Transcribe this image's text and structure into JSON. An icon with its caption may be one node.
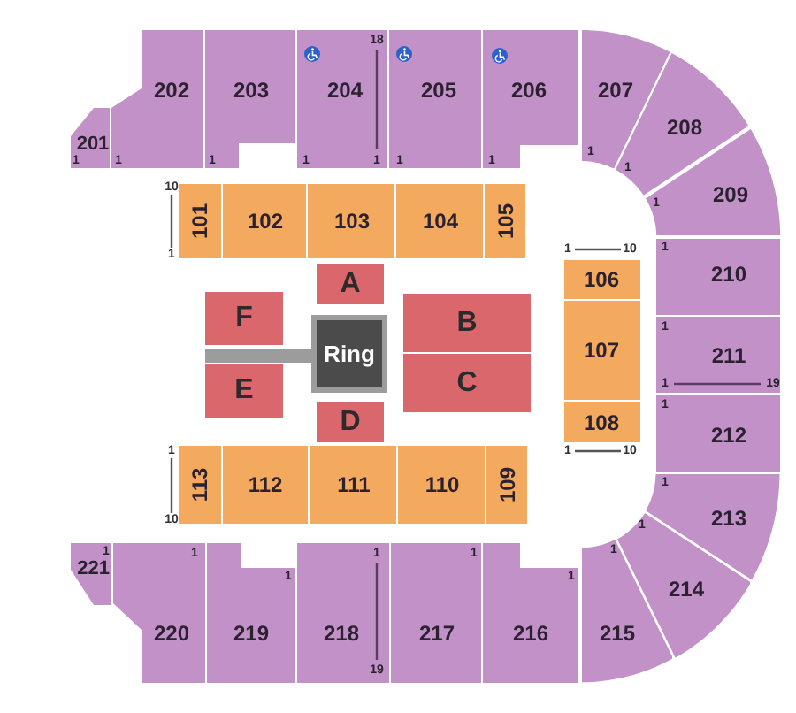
{
  "diagram": {
    "nodes": [
      {
        "text": [
          "201",
          "1"
        ]
      },
      {
        "text": [
          "202",
          "1"
        ]
      },
      {
        "text": [
          "203",
          "1"
        ]
      },
      {
        "text": [
          "18",
          "204",
          "1",
          "1"
        ]
      },
      {
        "text": [
          "205",
          "1"
        ]
      },
      {
        "text": [
          "206",
          "1"
        ]
      },
      {
        "text": [
          "207",
          "1"
        ]
      },
      {
        "text": [
          "208",
          "1"
        ]
      },
      {
        "text": [
          "209",
          "1"
        ]
      },
      {
        "text": [
          "1",
          "210"
        ]
      },
      {
        "text": [
          "1",
          "211",
          "1",
          "19"
        ]
      },
      {
        "text": [
          "1",
          "212"
        ]
      },
      {
        "text": [
          "1",
          "213"
        ]
      },
      {
        "text": [
          "1",
          "214"
        ]
      },
      {
        "text": [
          "1",
          "215"
        ]
      },
      {
        "text": [
          "1",
          "216"
        ]
      },
      {
        "text": [
          "1",
          "217"
        ]
      },
      {
        "text": [
          "1",
          "218",
          "19"
        ]
      },
      {
        "text": [
          "1",
          "219"
        ]
      },
      {
        "text": [
          "1",
          "220"
        ]
      },
      {
        "text": [
          "1",
          "221"
        ]
      },
      {
        "text": [
          "101"
        ],
        "beside": [
          "10",
          "1"
        ]
      },
      {
        "text": [
          "102"
        ]
      },
      {
        "text": [
          "103"
        ]
      },
      {
        "text": [
          "104"
        ]
      },
      {
        "text": [
          "105"
        ]
      },
      {
        "text": [
          "106"
        ],
        "beside": [
          "1",
          "10"
        ]
      },
      {
        "text": [
          "107"
        ]
      },
      {
        "text": [
          "108"
        ],
        "beside": [
          "1",
          "10"
        ]
      },
      {
        "text": [
          "109"
        ]
      },
      {
        "text": [
          "110"
        ]
      },
      {
        "text": [
          "111"
        ]
      },
      {
        "text": [
          "112"
        ]
      },
      {
        "text": [
          "113"
        ],
        "beside": [
          "1",
          "10"
        ]
      },
      {
        "text": [
          "A"
        ]
      },
      {
        "text": [
          "B"
        ]
      },
      {
        "text": [
          "C"
        ]
      },
      {
        "text": [
          "D"
        ]
      },
      {
        "text": [
          "E"
        ]
      },
      {
        "text": [
          "F"
        ]
      },
      {
        "text": [
          "Ring"
        ]
      }
    ]
  }
}
